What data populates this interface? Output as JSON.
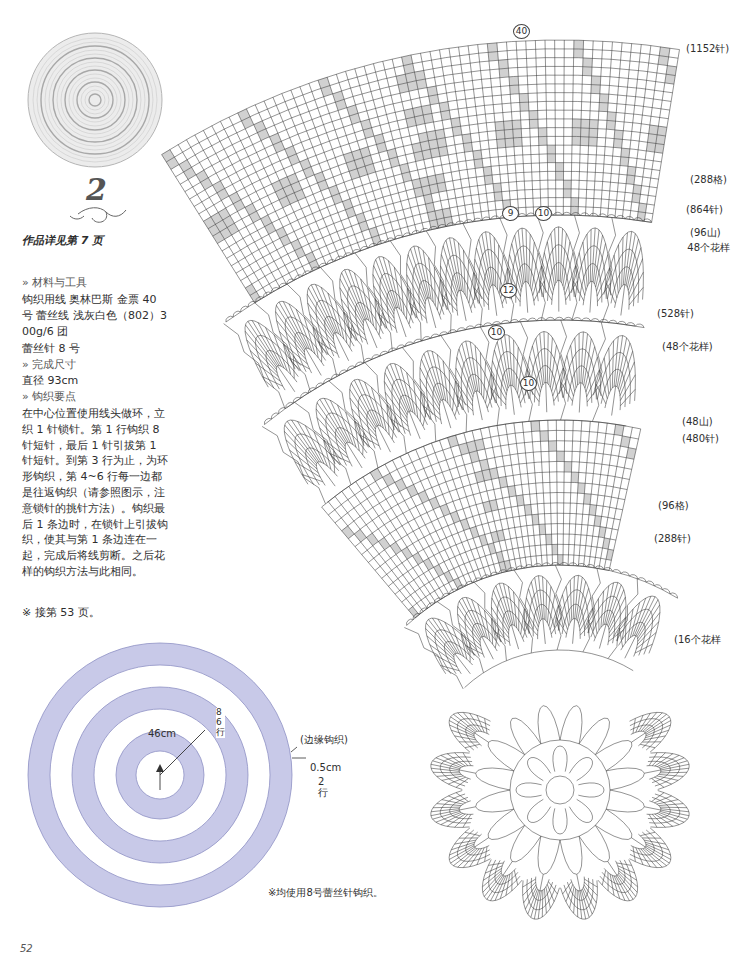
{
  "diagram": {
    "labels": [
      "2",
      "作品详见第 7 页",
      "» 材料与工具",
      "钩织用线 奥林巴斯 金票 40 号 蕾丝线 浅灰白色（802）300g/6 团",
      "蕾丝针 8 号",
      "» 完成尺寸",
      "直径 93cm",
      "» 钩织要点",
      "在中心位置使用线头做环，立织 1 针锁针。第 1 行钩织 8 针短针，最后 1 针引拔第 1 针短针。到第 3 行为止，为环形钩织，第 4~6 行每一边都是往返钩织（请参照图示，注意锁针的挑针方法）。钩织最后 1 条边时，在锁针上引拔钩织，使其与第 1 条边连在一起，完成后将线剪断。之后花样的钩织方法与此相同。",
      "※ 接第 53 页。",
      "(1152针)",
      "40",
      "(288格)",
      "(864针)",
      "9",
      "10",
      "(96山)",
      "48个花样",
      "12",
      "(528针)",
      "10",
      "(48个花样)",
      "10",
      "(48山)",
      "(480针)",
      "(96格)",
      "(288针)",
      "(16个花样",
      "46cm",
      "86行",
      "(边缘钩织)",
      "0.5cm",
      "2行",
      "※均使用8号蕾丝针钩织。",
      "52"
    ]
  }
}
